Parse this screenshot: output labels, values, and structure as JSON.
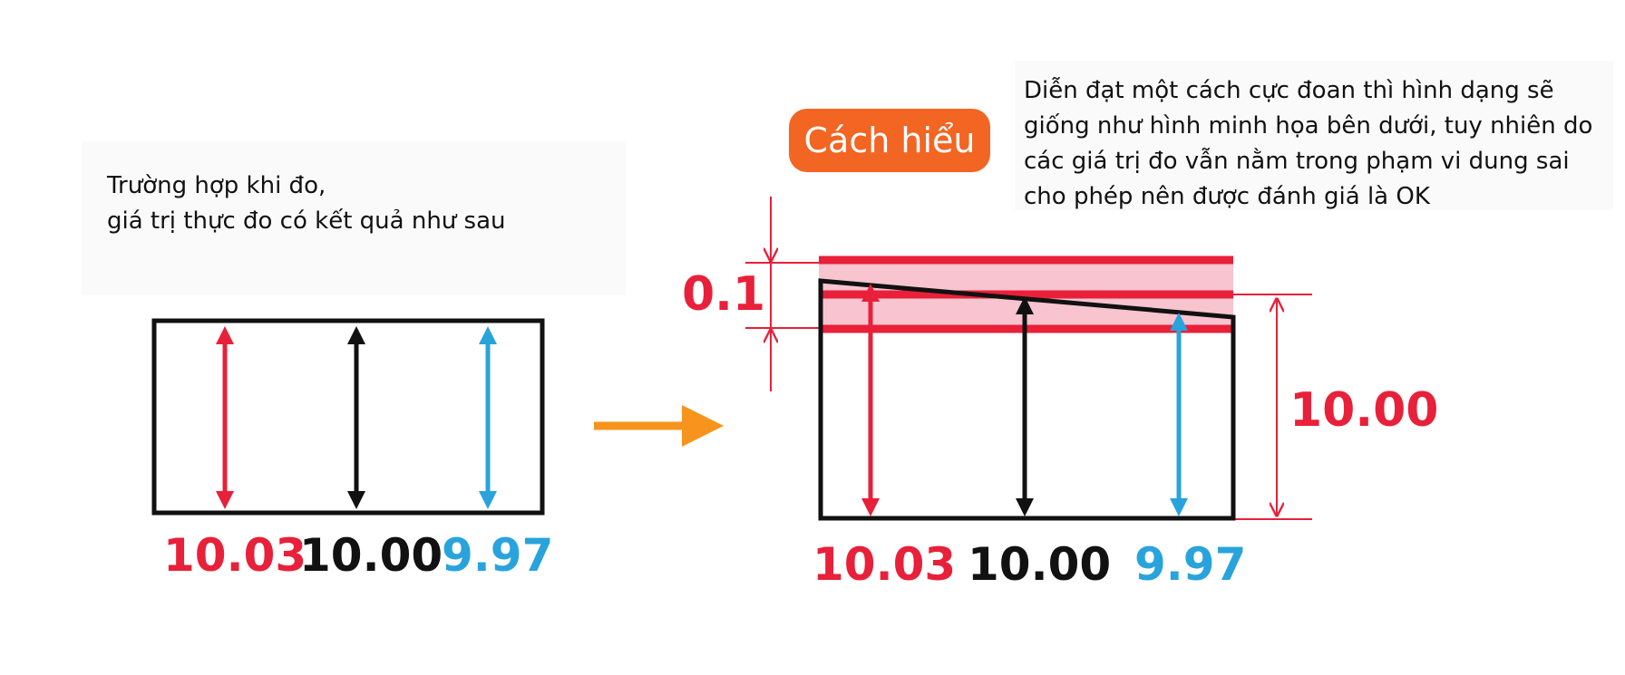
{
  "left_note": {
    "line1": "Trường hợp khi đo,",
    "line2": "giá trị thực đo có kết quả như sau"
  },
  "badge": "Cách hiểu",
  "right_note": {
    "text": "Diễn đạt một cách cực đoan thì hình dạng sẽ giống như hình minh họa bên dưới, tuy nhiên do các giá trị đo vẫn nằm trong phạm vi dung sai cho phép nên được đánh giá là OK"
  },
  "measurements": [
    {
      "value": "10.03",
      "color": "#e8203a"
    },
    {
      "value": "10.00",
      "color": "#111111"
    },
    {
      "value": "9.97",
      "color": "#29a3dc"
    }
  ],
  "tolerance_label": "0.1",
  "nominal_label": "10.00",
  "colors": {
    "red": "#e8203a",
    "black": "#111111",
    "blue": "#29a3dc",
    "arrow_orange": "#f7941d",
    "tolerance_band": "#f7c4cf",
    "badge": "#f26522"
  }
}
